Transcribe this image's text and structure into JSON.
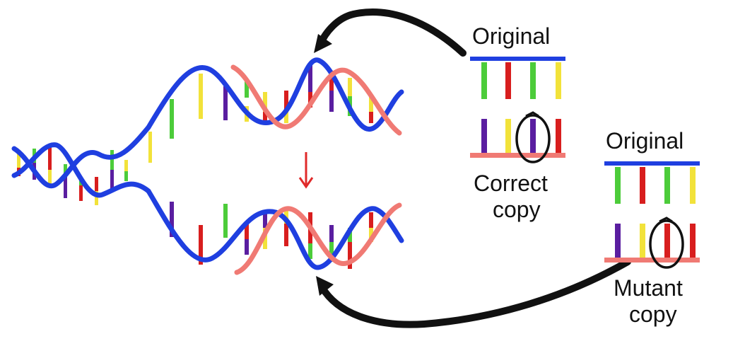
{
  "panel_top": {
    "title": "Original",
    "caption_line1": "Correct",
    "caption_line2": "copy",
    "original_bases": [
      "green",
      "red",
      "green",
      "yellow"
    ],
    "copy_bases": [
      "purple",
      "yellow",
      "purple",
      "red"
    ],
    "circled_index": 2
  },
  "panel_bottom": {
    "title": "Original",
    "caption_line1": "Mutant",
    "caption_line2": "copy",
    "original_bases": [
      "green",
      "red",
      "green",
      "yellow"
    ],
    "copy_bases": [
      "purple",
      "yellow",
      "red",
      "red"
    ],
    "circled_index": 2
  },
  "colors": {
    "original_strand": "#1f3fe0",
    "new_strand": "#f07a74",
    "green": "#4ccc3a",
    "red": "#d81e1e",
    "yellow": "#f2e23a",
    "purple": "#5a1ea0",
    "arrow": "#111111",
    "down_arrow": "#e02a2a"
  },
  "icons": {
    "top_arrow": "curved-arrow-left",
    "bottom_arrow": "curved-arrow-left",
    "middle_arrow": "down-arrow"
  }
}
